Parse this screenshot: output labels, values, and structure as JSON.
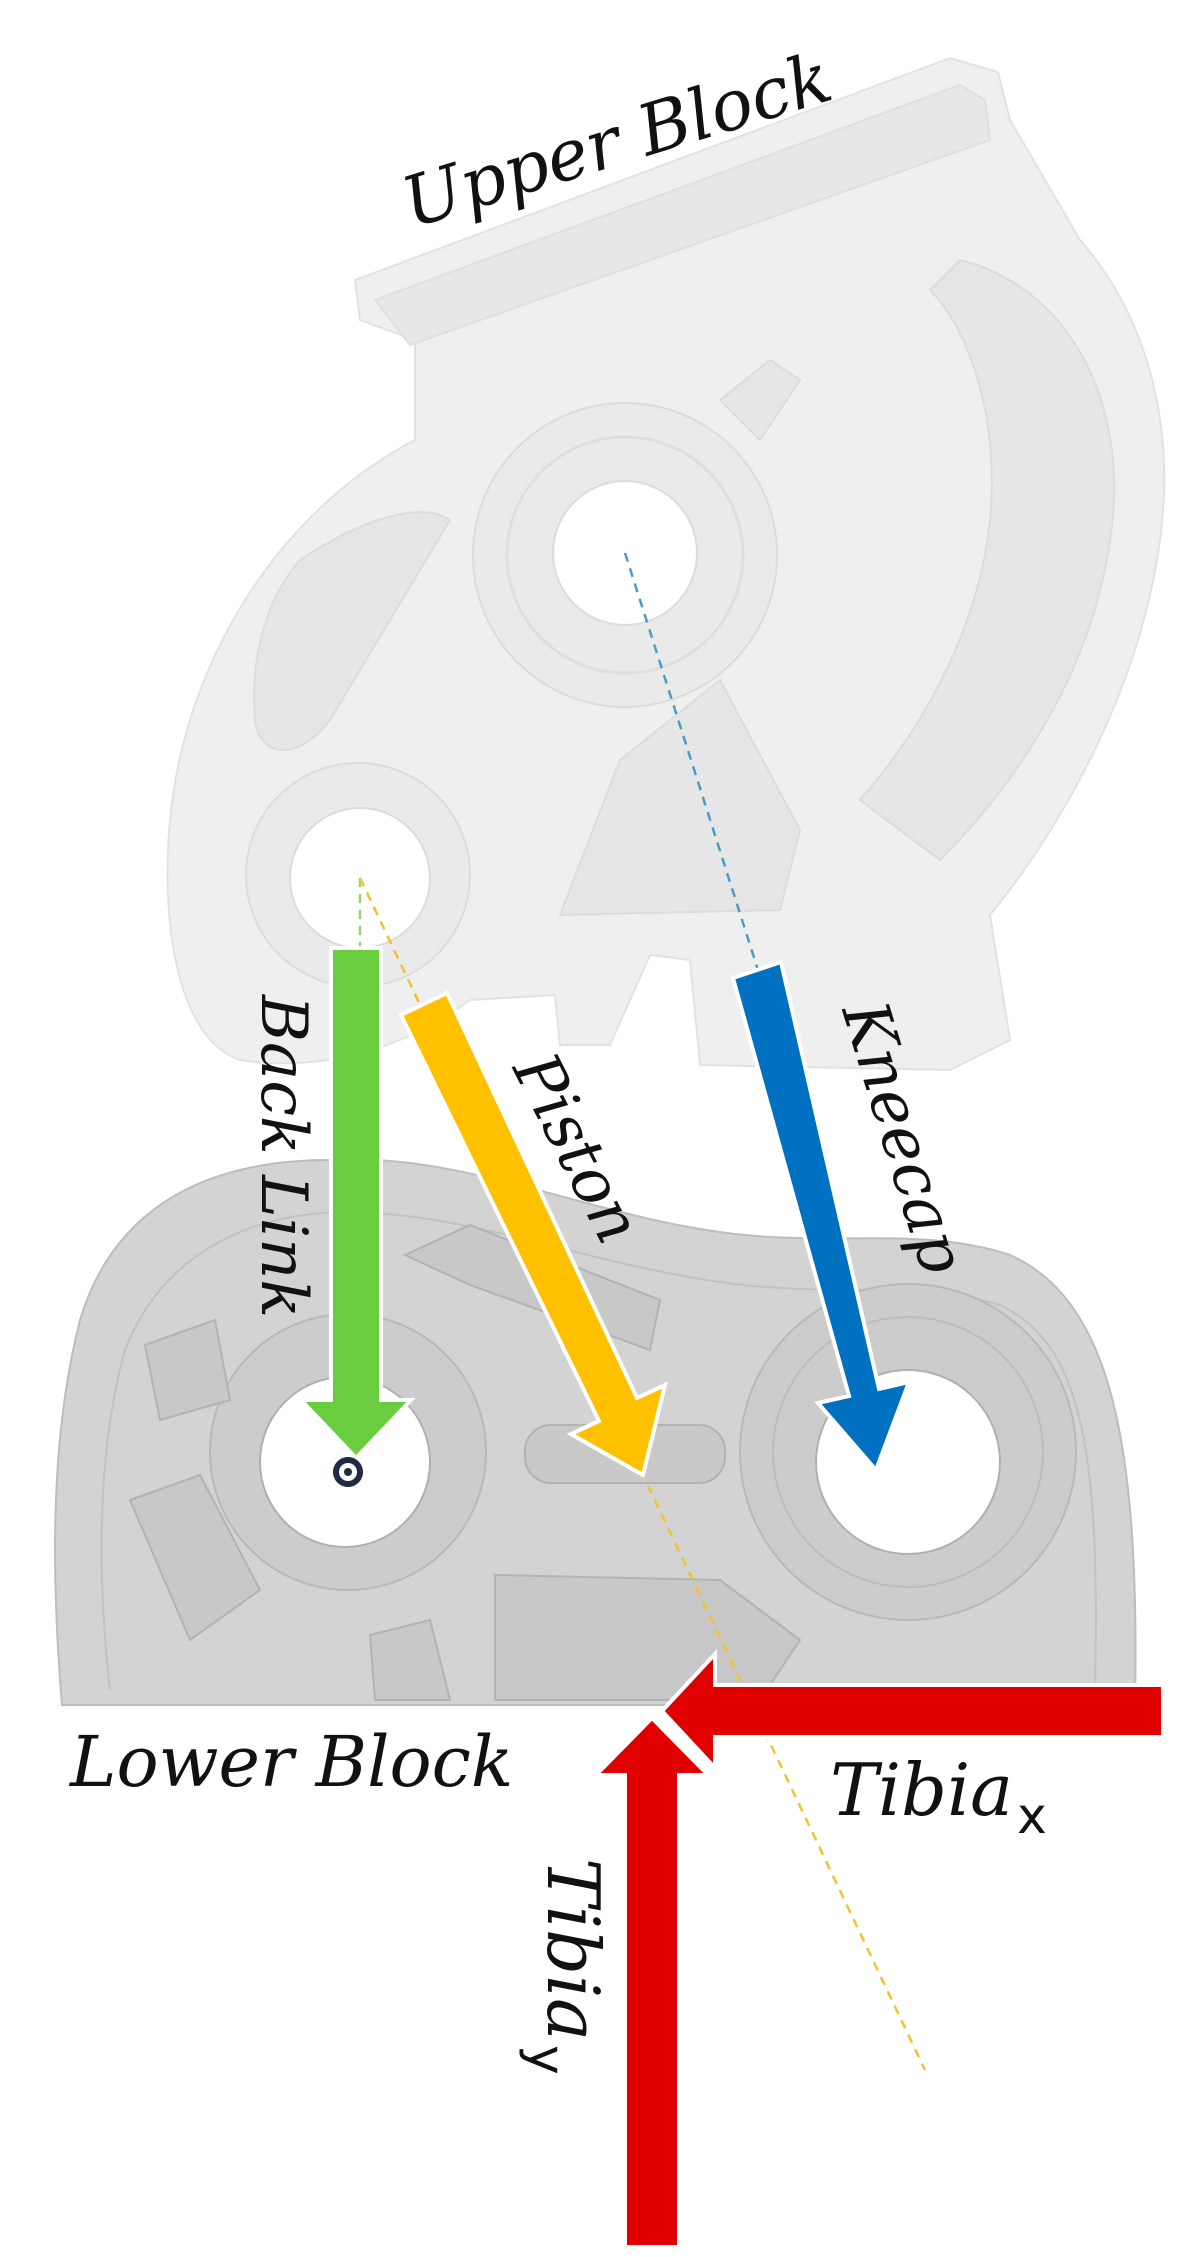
{
  "labels": {
    "upper_block": "Upper Block",
    "lower_block": "Lower Block",
    "back_link": "Back Link",
    "piston": "Piston",
    "kneecap": "Kneecap",
    "tibia_x_main": "Tibia",
    "tibia_x_sub": "x",
    "tibia_y_main": "Tibia",
    "tibia_y_sub": "y"
  },
  "colors": {
    "back_link": "#6ACC3F",
    "piston": "#FFC000",
    "kneecap": "#0070C0",
    "tibia": "#E00000",
    "upper_block": "#EDEDED",
    "lower_block": "#D2D2D2",
    "line_of_action_kneecap": "#4A9CC8",
    "line_of_action_piston": "#F2C230",
    "line_of_action_backlink": "#9BD26A"
  },
  "force_arrows": [
    "Back Link",
    "Piston",
    "Kneecap",
    "Tibia x",
    "Tibia y"
  ],
  "icons": [
    "pivot-marker-icon"
  ]
}
